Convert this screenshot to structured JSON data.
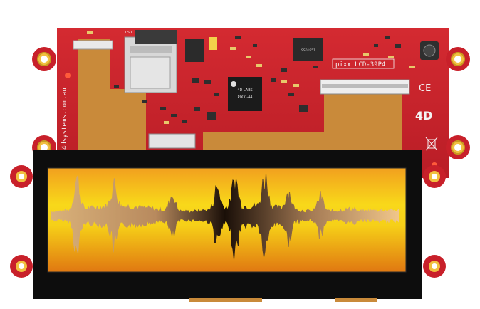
{
  "board": {
    "model_label": "pixxiLCD-39P4",
    "website_text": "4dsystems.com.au",
    "ce_mark": "CE",
    "logo_text": "4D",
    "mcu_text_1": "4D LABS",
    "mcu_text_2": "PIXXI-44",
    "sd_label": "USD",
    "colors": {
      "pcb": "#c8202a",
      "flex": "#c98a3a",
      "bezel": "#0d0d0d"
    }
  },
  "display": {
    "waveform": "audio-waveform",
    "gradient": [
      "#f7e31a",
      "#f0a21b",
      "#e07a12"
    ]
  }
}
